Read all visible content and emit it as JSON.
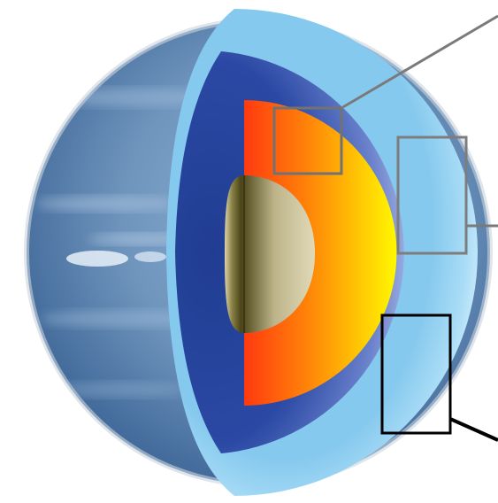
{
  "diagram": {
    "subject": "planet-cutaway-interior",
    "layers": [
      {
        "id": "atmosphere",
        "colors": [
          "#6f95bd",
          "#3d6596"
        ]
      },
      {
        "id": "outer-shell",
        "colors": [
          "#e6f6fd",
          "#86c9ee"
        ]
      },
      {
        "id": "mantle",
        "colors": [
          "#2b49a4",
          "#b9c6ea"
        ]
      },
      {
        "id": "outer-core",
        "colors": [
          "#ff3a10",
          "#fff800"
        ]
      },
      {
        "id": "inner-core",
        "colors": [
          "#4a4418",
          "#e1dab8"
        ]
      }
    ],
    "callouts": [
      {
        "id": "callout-upper-core",
        "stroke": "#727272"
      },
      {
        "id": "callout-mantle",
        "stroke": "#7d7d7d"
      },
      {
        "id": "callout-lower-mantle",
        "stroke": "#000000"
      }
    ],
    "colors": {
      "background": "#ffffff",
      "leader_gray": "#7a7a7a",
      "leader_black": "#000000"
    }
  }
}
